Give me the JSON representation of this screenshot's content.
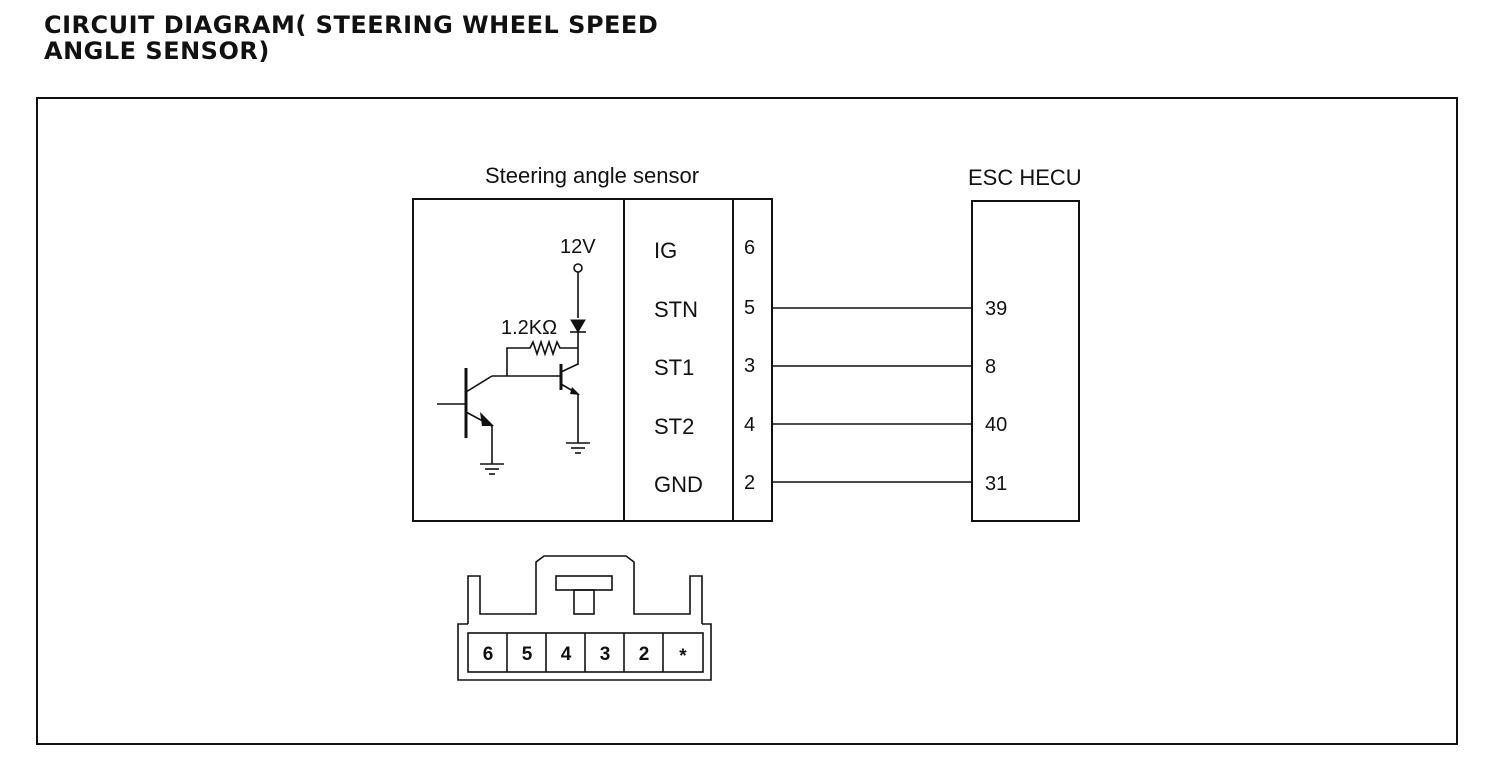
{
  "title": {
    "line1": "CIRCUIT DIAGRAM( STEERING WHEEL SPEED",
    "line2": "ANGLE SENSOR)"
  },
  "sensor": {
    "name": "Steering angle sensor",
    "supply_label": "12V",
    "resistor_label": "1.2KΩ",
    "signals": [
      {
        "name": "IG",
        "pin": "6"
      },
      {
        "name": "STN",
        "pin": "5"
      },
      {
        "name": "ST1",
        "pin": "3"
      },
      {
        "name": "ST2",
        "pin": "4"
      },
      {
        "name": "GND",
        "pin": "2"
      }
    ]
  },
  "ecu": {
    "name": "ESC HECU",
    "pins": [
      "39",
      "8",
      "40",
      "31"
    ]
  },
  "connector": {
    "pins": [
      "6",
      "5",
      "4",
      "3",
      "2",
      "*"
    ]
  }
}
